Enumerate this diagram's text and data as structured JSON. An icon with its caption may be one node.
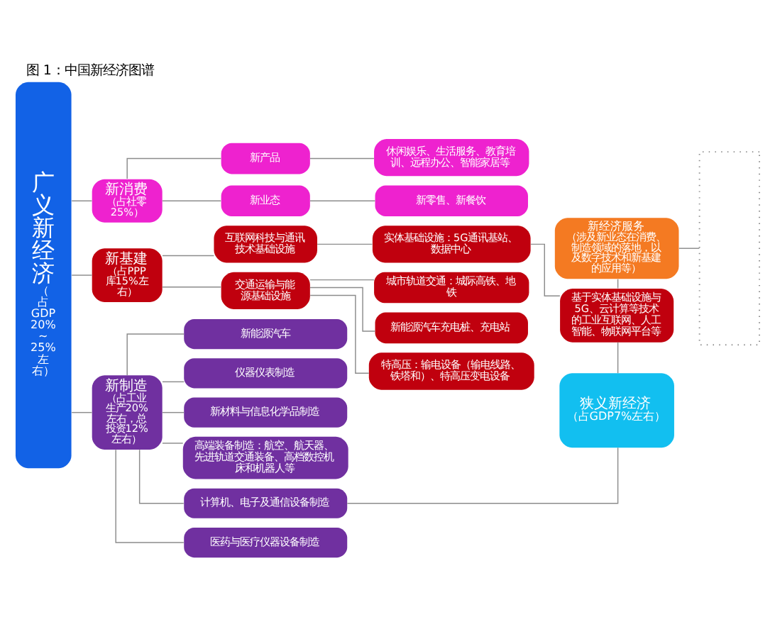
{
  "diagram": {
    "title": "图 1：中国新经济图谱",
    "nodes": [
      {
        "text": [
          "广义新经济",
          "（占GDP20%~25%左右）"
        ]
      },
      {
        "text": [
          "新消费",
          "（占社零25%）"
        ]
      },
      {
        "text": [
          "新产品"
        ]
      },
      {
        "text": [
          "新业态"
        ]
      },
      {
        "text": [
          "休闲娱乐、生活服务、教育培训、远程办公、智能家居等"
        ]
      },
      {
        "text": [
          "新零售、新餐饮"
        ]
      },
      {
        "text": [
          "新基建",
          "（占PPP库15%左右）"
        ]
      },
      {
        "text": [
          "互联网科技与通讯技术基础设施"
        ]
      },
      {
        "text": [
          "交通运输与能源基础设施"
        ]
      },
      {
        "text": [
          "实体基础设施：5G通讯基站、数据中心"
        ]
      },
      {
        "text": [
          "城市轨道交通：城际高铁、地铁"
        ]
      },
      {
        "text": [
          "新能源汽车充电桩、充电站"
        ]
      },
      {
        "text": [
          "特高压：输电设备（输电线路、铁塔和）、特高压变电设备"
        ]
      },
      {
        "text": [
          "新制造",
          "（占工业生产20%左右，总投资12%左右）"
        ]
      },
      {
        "text": [
          "新能源汽车"
        ]
      },
      {
        "text": [
          "仪器仪表制造"
        ]
      },
      {
        "text": [
          "新材料与信息化学品制造"
        ]
      },
      {
        "text": [
          "高端装备制造：航空、航天器、先进轨道交通装备、高档数控机床和机器人等"
        ]
      },
      {
        "text": [
          "计算机、电子及通信设备制造"
        ]
      },
      {
        "text": [
          "医药与医疗仪器设备制造"
        ]
      },
      {
        "text": [
          "新经济服务",
          "（涉及新业态在消费、制造领域的落地，以及数字技术和新基建的应用等）"
        ]
      },
      {
        "text": [
          "基于实体基础设施与5G、云计算等技术的工业互联网、人工智能、物联网平台等"
        ]
      },
      {
        "text": [
          "狭义新经济",
          "（占GDP7%左右）"
        ]
      },
      {
        "text": [],
        "shape": "box"
      }
    ],
    "edges": [
      {
        "from": 0,
        "to": 1,
        "arrow": "none"
      },
      {
        "from": 0,
        "to": 6,
        "arrow": "none"
      },
      {
        "from": 0,
        "to": 13,
        "arrow": "none"
      },
      {
        "from": 1,
        "to": 2,
        "arrow": "none"
      },
      {
        "from": 1,
        "to": 3,
        "arrow": "none"
      },
      {
        "from": 2,
        "to": 4,
        "arrow": "none"
      },
      {
        "from": 3,
        "to": 5,
        "arrow": "none"
      },
      {
        "from": 6,
        "to": 7,
        "arrow": "none"
      },
      {
        "from": 6,
        "to": 8,
        "arrow": "none"
      },
      {
        "from": 7,
        "to": 9,
        "arrow": "none"
      },
      {
        "from": 8,
        "to": 10,
        "arrow": "none"
      },
      {
        "from": 8,
        "to": 11,
        "arrow": "none"
      },
      {
        "from": 8,
        "to": 12,
        "arrow": "none"
      },
      {
        "from": 13,
        "to": 14,
        "arrow": "none"
      },
      {
        "from": 13,
        "to": 15,
        "arrow": "none"
      },
      {
        "from": 13,
        "to": 16,
        "arrow": "none"
      },
      {
        "from": 13,
        "to": 17,
        "arrow": "none"
      },
      {
        "from": 13,
        "to": 18,
        "arrow": "none"
      },
      {
        "from": 13,
        "to": 19,
        "arrow": "none"
      },
      {
        "from": 9,
        "to": 21,
        "arrow": "none"
      },
      {
        "from": 20,
        "to": 21,
        "arrow": "none"
      },
      {
        "from": 21,
        "to": 22,
        "arrow": "none"
      },
      {
        "from": 18,
        "to": 22,
        "arrow": "none"
      },
      {
        "from": 20,
        "to": 23,
        "arrow": "none"
      }
    ]
  }
}
